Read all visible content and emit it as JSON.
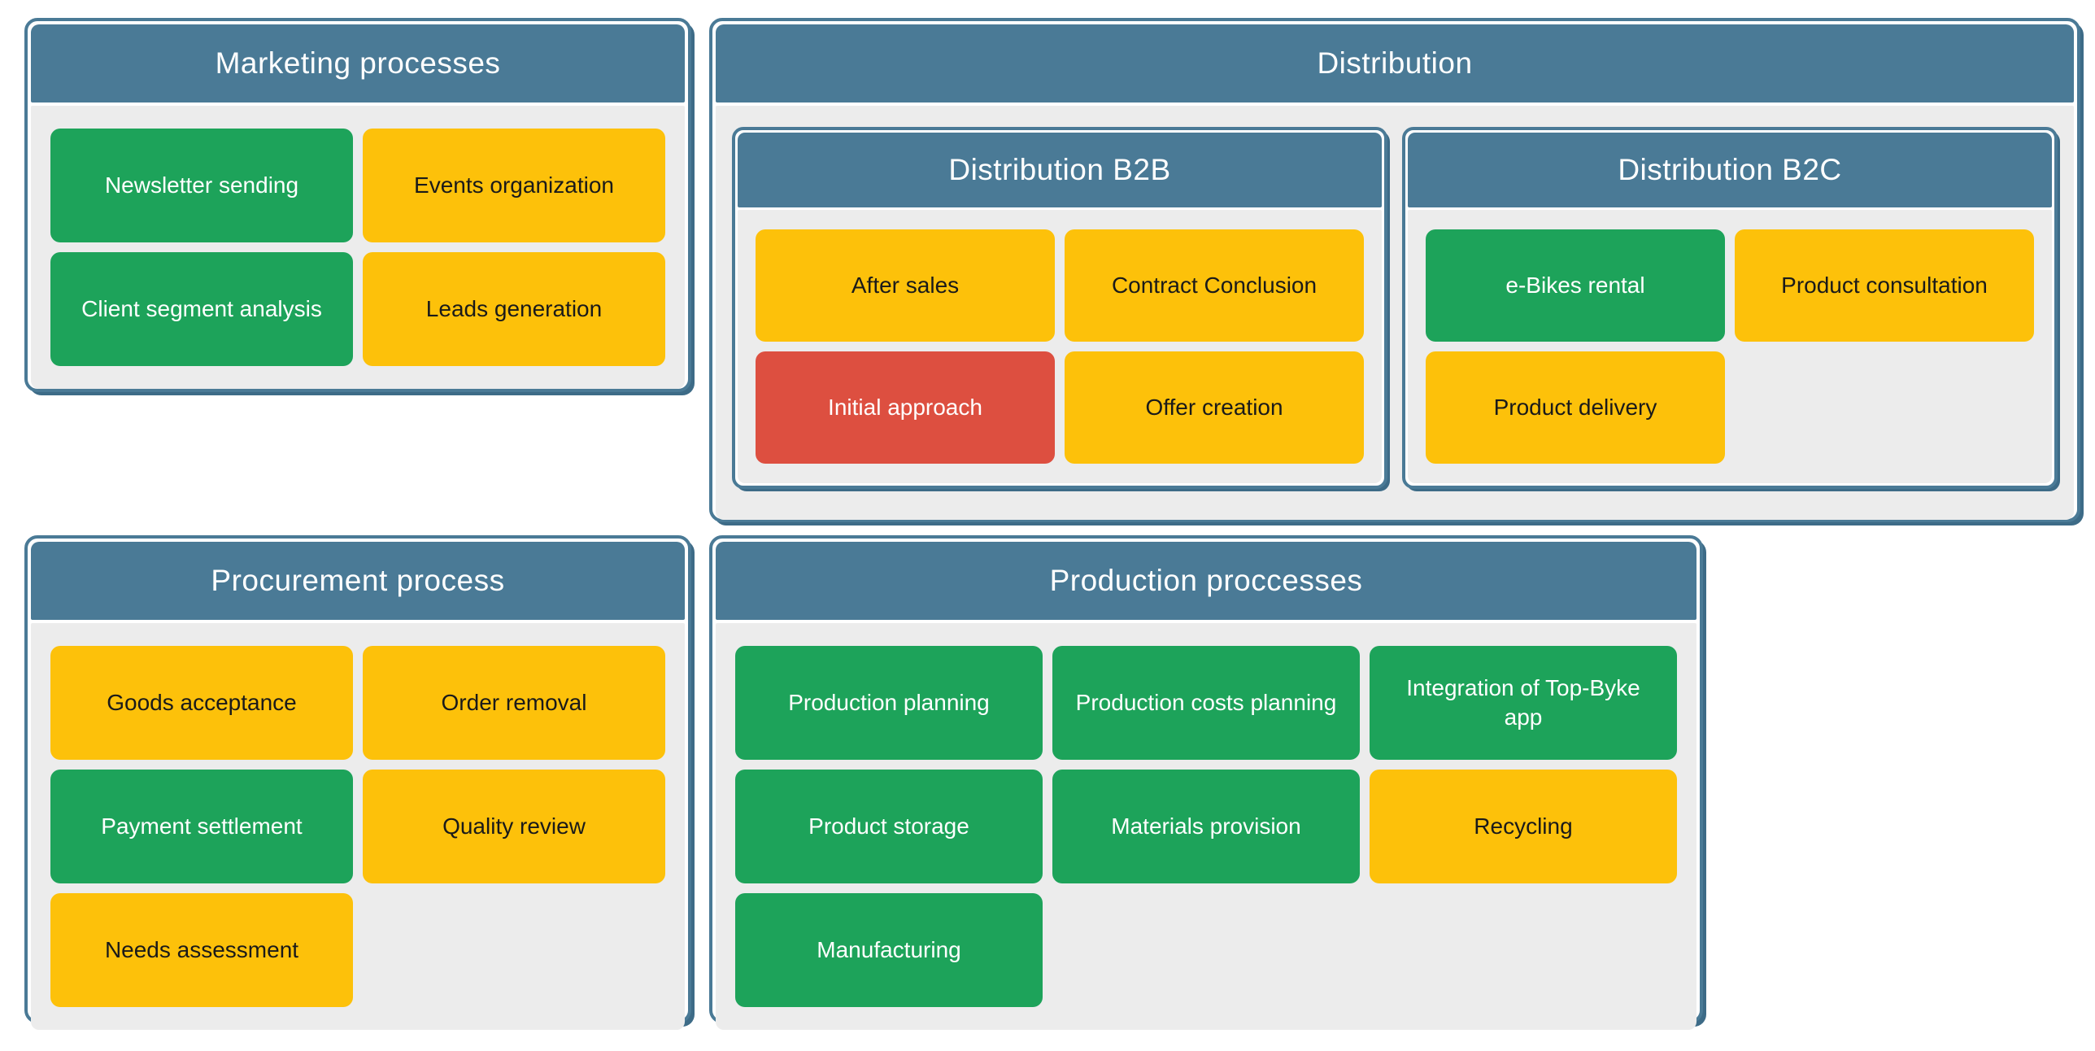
{
  "palette": {
    "header_blue": "#4a7a96",
    "panel_shadow_blue": "#3d6b87",
    "panel_body_gray": "#ececec",
    "tile_green": "#1da35a",
    "tile_yellow": "#fdc10a",
    "tile_red": "#dd4f40",
    "text_on_dark_tiles": "#ffffff",
    "text_on_yellow_tiles": "#1a1a1a"
  },
  "panels": {
    "marketing": {
      "title": "Marketing processes",
      "tiles": [
        {
          "label": "Newsletter sending",
          "color": "green"
        },
        {
          "label": "Events organization",
          "color": "yellow"
        },
        {
          "label": "Client segment analysis",
          "color": "green"
        },
        {
          "label": "Leads generation",
          "color": "yellow"
        }
      ]
    },
    "distribution": {
      "title": "Distribution",
      "subpanels": [
        {
          "title": "Distribution B2B",
          "tiles": [
            {
              "label": "After sales",
              "color": "yellow"
            },
            {
              "label": "Contract Conclusion",
              "color": "yellow"
            },
            {
              "label": "Initial approach",
              "color": "red"
            },
            {
              "label": "Offer creation",
              "color": "yellow"
            }
          ]
        },
        {
          "title": "Distribution B2C",
          "tiles": [
            {
              "label": "e-Bikes rental",
              "color": "green"
            },
            {
              "label": "Product consultation",
              "color": "yellow"
            },
            {
              "label": "Product delivery",
              "color": "yellow"
            }
          ]
        }
      ]
    },
    "procurement": {
      "title": "Procurement process",
      "tiles": [
        {
          "label": "Goods acceptance",
          "color": "yellow"
        },
        {
          "label": "Order removal",
          "color": "yellow"
        },
        {
          "label": "Payment settlement",
          "color": "green"
        },
        {
          "label": "Quality review",
          "color": "yellow"
        },
        {
          "label": "Needs assessment",
          "color": "yellow"
        }
      ]
    },
    "production": {
      "title": "Production proccesses",
      "tiles": [
        {
          "label": "Production planning",
          "color": "green"
        },
        {
          "label": "Production costs planning",
          "color": "green"
        },
        {
          "label": "Integration of Top-Byke app",
          "color": "green"
        },
        {
          "label": "Product storage",
          "color": "green"
        },
        {
          "label": "Materials provision",
          "color": "green"
        },
        {
          "label": "Recycling",
          "color": "yellow"
        },
        {
          "label": "Manufacturing",
          "color": "green"
        }
      ]
    }
  }
}
